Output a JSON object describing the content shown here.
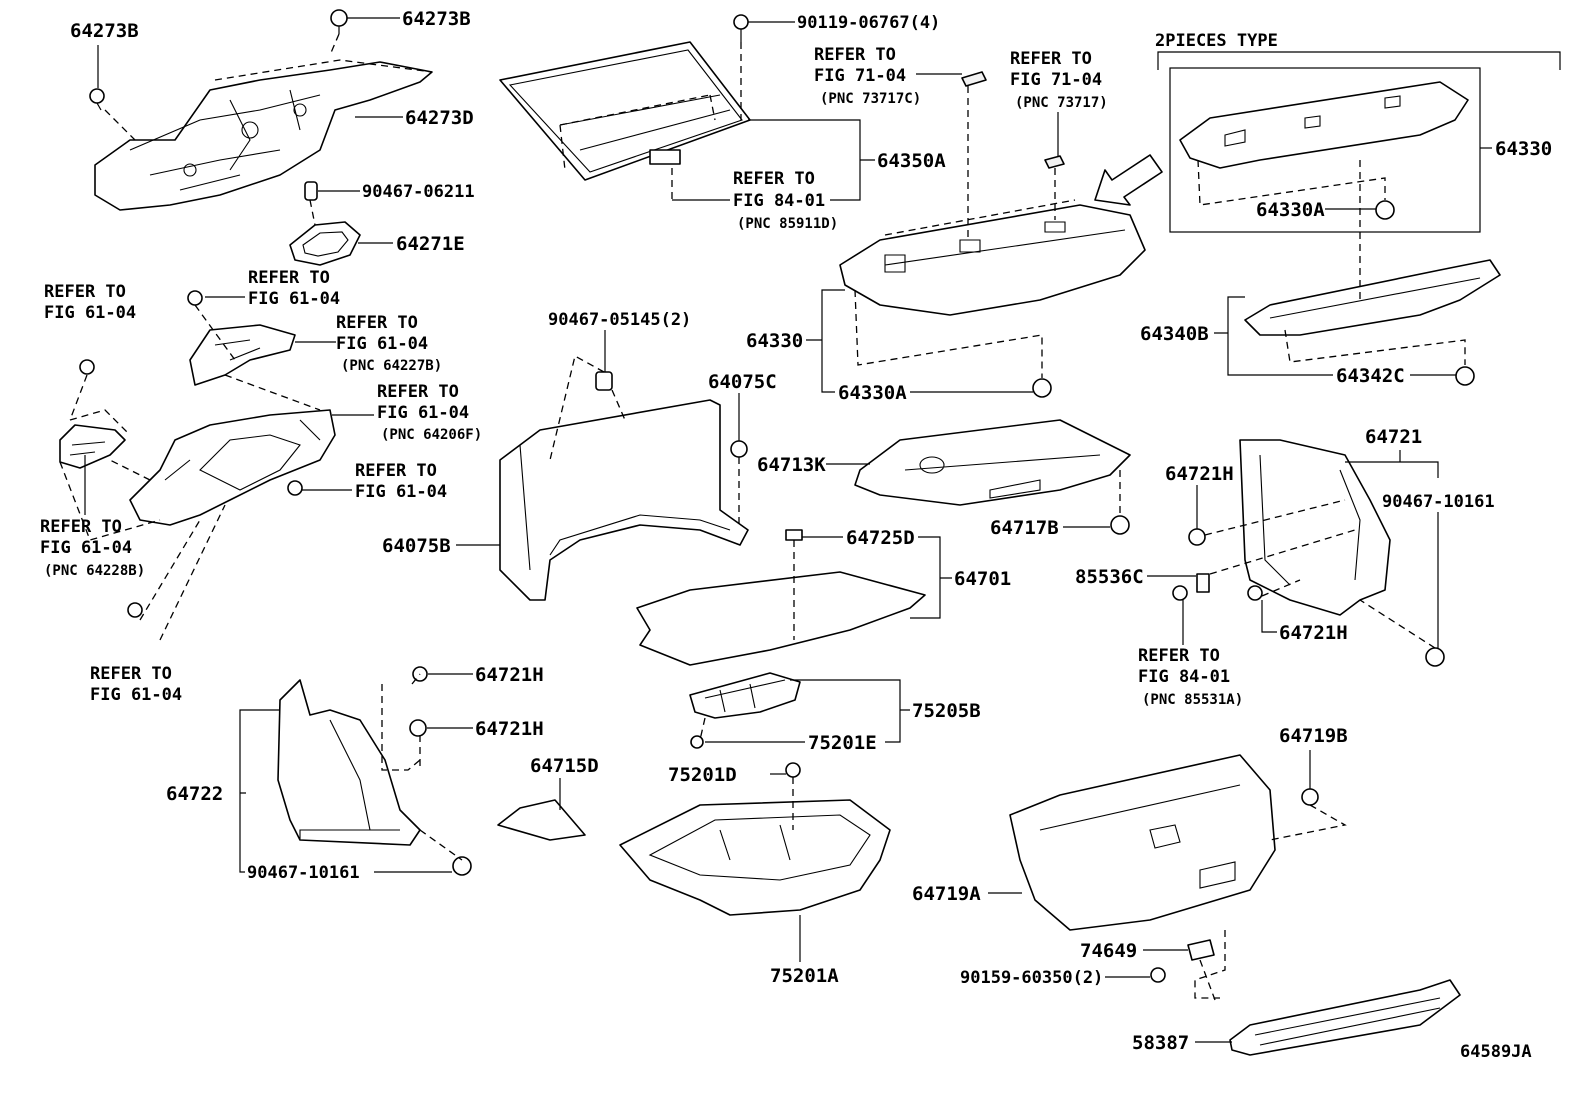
{
  "diagram": {
    "code": "64589JA",
    "box_title": "2PIECES TYPE",
    "labels": {
      "l64273B_a": "64273B",
      "l64273B_b": "64273B",
      "l64273D": "64273D",
      "l90467_06211": "90467-06211",
      "l64271E": "64271E",
      "l90119": "90119-06767(4)",
      "l64350A": "64350A",
      "l64330_main": "64330",
      "l64330A_main": "64330A",
      "l64330_box": "64330",
      "l64330A_box": "64330A",
      "l64340B": "64340B",
      "l64342C": "64342C",
      "l90467_05145": "90467-05145(2)",
      "l64075C": "64075C",
      "l64075B": "64075B",
      "l64713K": "64713K",
      "l64717B": "64717B",
      "l64725D": "64725D",
      "l64701": "64701",
      "l64721": "64721",
      "l64721H_r1": "64721H",
      "l90467_10161_r": "90467-10161",
      "l85536C": "85536C",
      "l64721H_r2": "64721H",
      "l64721H_l1": "64721H",
      "l64721H_l2": "64721H",
      "l64722": "64722",
      "l90467_10161_l": "90467-10161",
      "l64715D": "64715D",
      "l75205B": "75205B",
      "l75201E": "75201E",
      "l75201D": "75201D",
      "l75201A": "75201A",
      "l64719B": "64719B",
      "l64719A": "64719A",
      "l74649": "74649",
      "l90159": "90159-60350(2)",
      "l58387": "58387"
    },
    "refs": {
      "r1": [
        "REFER TO",
        "FIG 61-04"
      ],
      "r2": [
        "REFER TO",
        "FIG 61-04"
      ],
      "r3": [
        "REFER TO",
        "FIG 61-04",
        "(PNC 64227B)"
      ],
      "r4": [
        "REFER TO",
        "FIG 61-04",
        "(PNC 64206F)"
      ],
      "r5": [
        "REFER TO",
        "FIG 61-04"
      ],
      "r6": [
        "REFER TO",
        "FIG 61-04",
        "(PNC 64228B)"
      ],
      "r7": [
        "REFER TO",
        "FIG 61-04"
      ],
      "r8": [
        "REFER TO",
        "FIG 71-04",
        "(PNC 73717C)"
      ],
      "r9": [
        "REFER TO",
        "FIG 71-04",
        "(PNC 73717)"
      ],
      "r10": [
        "REFER TO",
        "FIG 84-01",
        "(PNC 85911D)"
      ],
      "r11": [
        "REFER TO",
        "FIG 84-01",
        "(PNC 85531A)"
      ]
    }
  }
}
